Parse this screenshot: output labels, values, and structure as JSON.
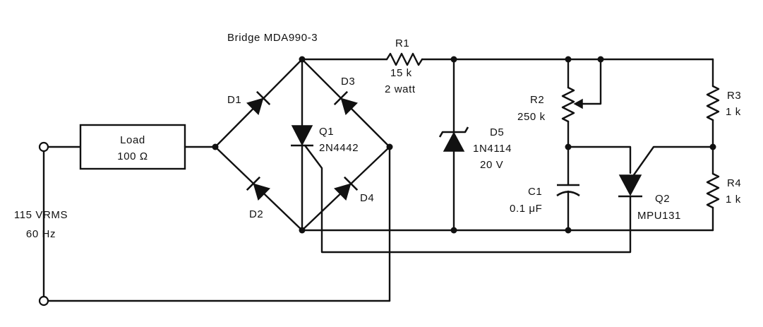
{
  "bridge": {
    "title": "Bridge MDA990-3"
  },
  "source": {
    "voltage": "115 VRMS",
    "frequency": "60 Hz"
  },
  "load": {
    "name": "Load",
    "value": "100 Ω"
  },
  "diodes": {
    "d1": "D1",
    "d2": "D2",
    "d3": "D3",
    "d4": "D4"
  },
  "q1": {
    "ref": "Q1",
    "part": "2N4442"
  },
  "r1": {
    "ref": "R1",
    "value": "15 k",
    "power": "2 watt"
  },
  "d5": {
    "ref": "D5",
    "part": "1N4114",
    "voltage": "20 V"
  },
  "r2": {
    "ref": "R2",
    "value": "250 k"
  },
  "c1": {
    "ref": "C1",
    "value": "0.1 μF"
  },
  "r3": {
    "ref": "R3",
    "value": "1 k"
  },
  "r4": {
    "ref": "R4",
    "value": "1 k"
  },
  "q2": {
    "ref": "Q2",
    "part": "MPU131"
  }
}
